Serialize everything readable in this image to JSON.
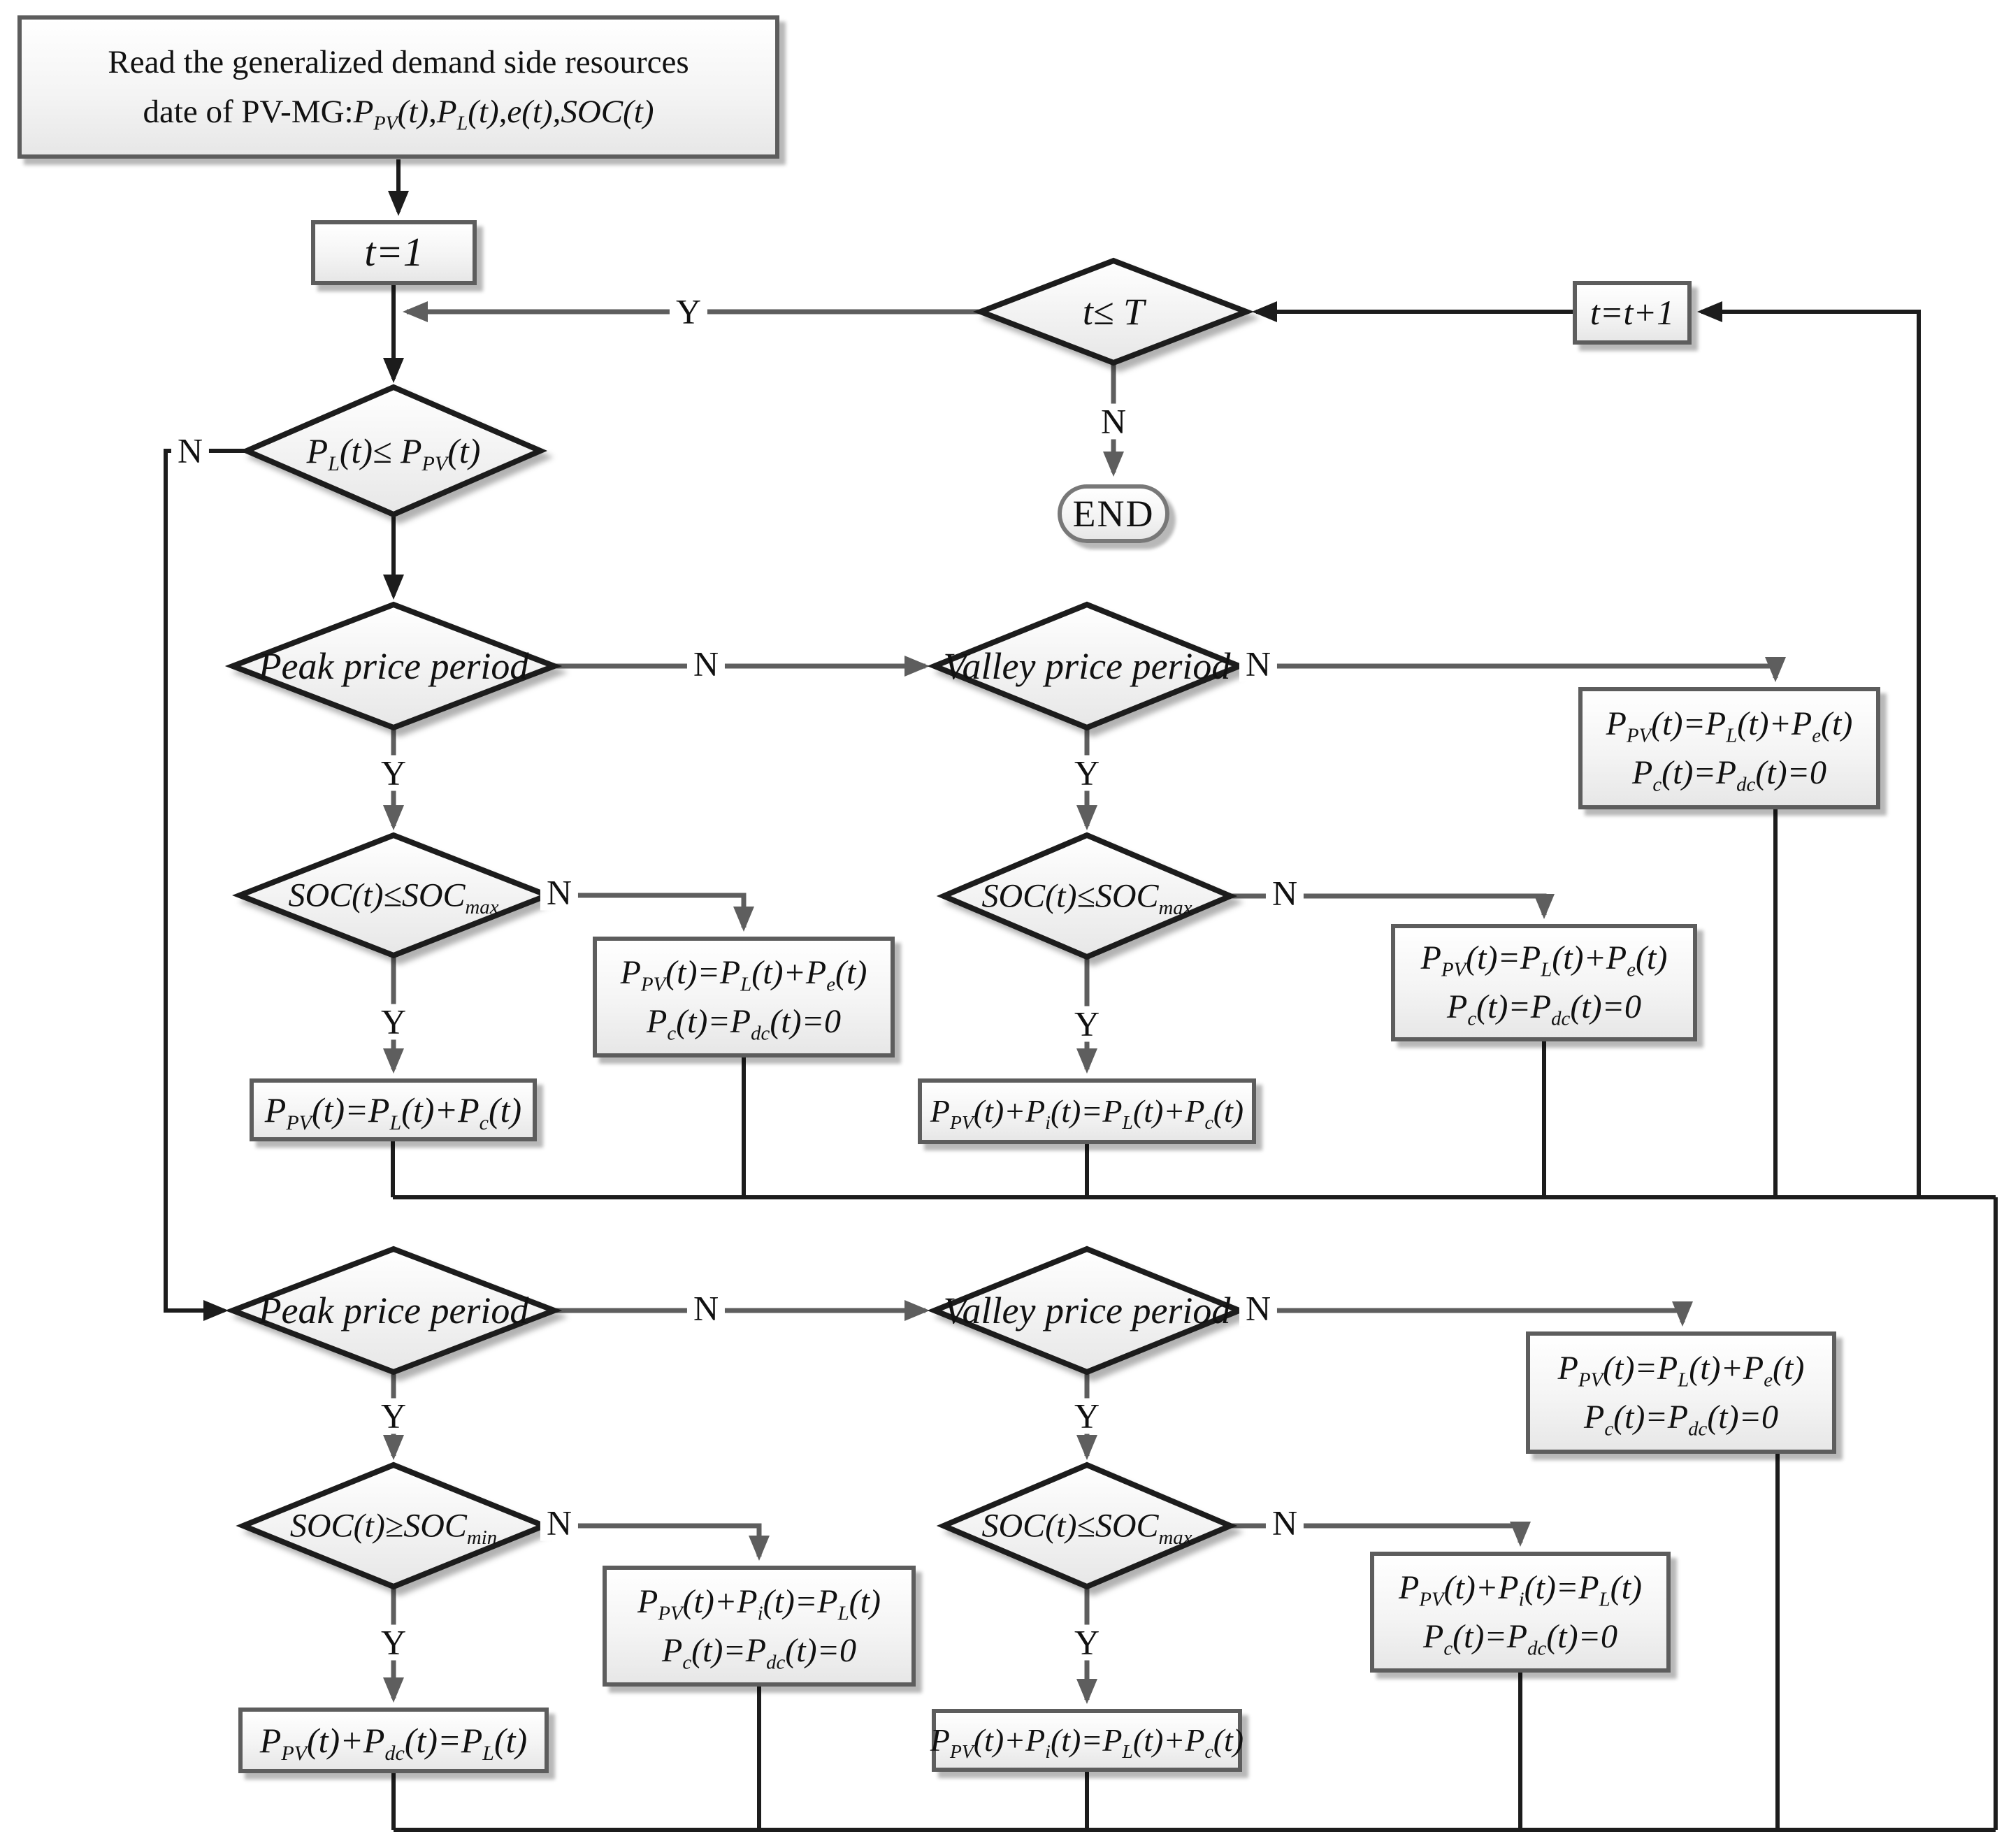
{
  "start": {
    "line1": "Read the generalized demand side resources",
    "line2_prefix": "date of PV-MG:",
    "line2_formula": "P_{PV}(t),P_{L}(t),e(t),SOC(t)"
  },
  "process": {
    "t_init": "t=1",
    "t_increment": "t=t+1"
  },
  "terminal": {
    "end": "END"
  },
  "decisions": {
    "t_loop": "t≤ T",
    "pv_vs_load": "P_{L}(t)≤ P_{PV}(t)",
    "peak1": "Peak price period",
    "valley1": "Valley price period",
    "soc_max_a": "SOC(t)≤SOC_{max}",
    "soc_max_b": "SOC(t)≤SOC_{max}",
    "peak2": "Peak price period",
    "valley2": "Valley price period",
    "soc_min": "SOC(t)≥SOC_{min}",
    "soc_max_c": "SOC(t)≤SOC_{max}"
  },
  "boxes": {
    "valley1_no": {
      "line1": "P_{PV}(t)=P_{L}(t)+P_{e}(t)",
      "line2": "P_{c}(t)=P_{dc}(t)=0"
    },
    "soc_max_a_no": {
      "line1": "P_{PV}(t)=P_{L}(t)+P_{e}(t)",
      "line2": "P_{c}(t)=P_{dc}(t)=0"
    },
    "soc_max_a_yes": {
      "line1": "P_{PV}(t)=P_{L}(t)+P_{c}(t)"
    },
    "soc_max_b_no": {
      "line1": "P_{PV}(t)=P_{L}(t)+P_{e}(t)",
      "line2": "P_{c}(t)=P_{dc}(t)=0"
    },
    "soc_max_b_yes": {
      "line1": "P_{PV}(t)+P_{i}(t)=P_{L}(t)+P_{c}(t)"
    },
    "valley2_no": {
      "line1": "P_{PV}(t)=P_{L}(t)+P_{e}(t)",
      "line2": "P_{c}(t)=P_{dc}(t)=0"
    },
    "soc_min_no": {
      "line1": "P_{PV}(t)+P_{i}(t)=P_{L}(t)",
      "line2": "P_{c}(t)=P_{dc}(t)=0"
    },
    "soc_min_yes": {
      "line1": "P_{PV}(t)+P_{dc}(t)=P_{L}(t)"
    },
    "soc_max_c_no": {
      "line1": "P_{PV}(t)+P_{i}(t)=P_{L}(t)",
      "line2": "P_{c}(t)=P_{dc}(t)=0"
    },
    "soc_max_c_yes": {
      "line1": "P_{PV}(t)+P_{i}(t)=P_{L}(t)+P_{c}(t)"
    }
  },
  "labels": {
    "yes": "Y",
    "no": "N"
  },
  "colors": {
    "line_dark": "#1c1c1c",
    "line_gray": "#5e5e5e",
    "diamond_border": "#1f1f1f",
    "box_border": "#5d5d5d",
    "fill_top": "#ffffff",
    "fill_bottom": "#e7e7e7"
  }
}
